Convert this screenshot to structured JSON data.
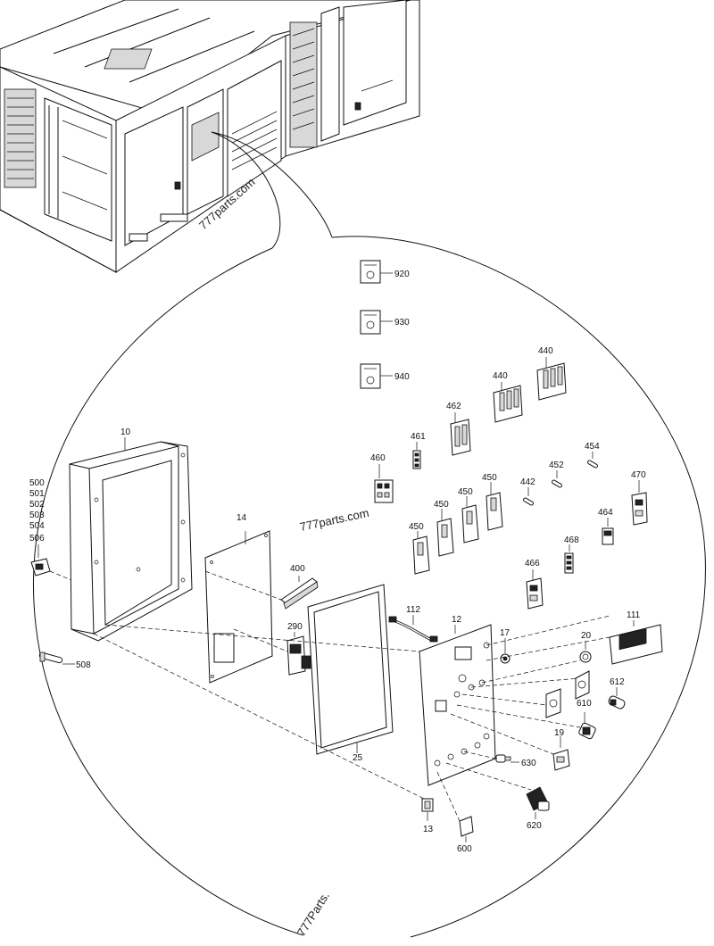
{
  "watermarks": [
    "777parts.com",
    "777parts.com",
    "777Parts."
  ],
  "callouts": {
    "c920": "920",
    "c930": "930",
    "c940": "940",
    "c440a": "440",
    "c440b": "440",
    "c462": "462",
    "c461": "461",
    "c460": "460",
    "c454": "454",
    "c452": "452",
    "c442": "442",
    "c470": "470",
    "c450a": "450",
    "c450b": "450",
    "c450c": "450",
    "c450d": "450",
    "c464": "464",
    "c468": "468",
    "c466": "466",
    "c10": "10",
    "c14": "14",
    "c400": "400",
    "c290": "290",
    "c500": "500",
    "c501": "501",
    "c502": "502",
    "c503": "503",
    "c504": "504",
    "c506": "506",
    "c508": "508",
    "c112": "112",
    "c12": "12",
    "c17": "17",
    "c20": "20",
    "c111": "111",
    "c612": "612",
    "c610": "610",
    "c19": "19",
    "c630": "630",
    "c25": "25",
    "c13": "13",
    "c600": "600",
    "c620": "620"
  }
}
